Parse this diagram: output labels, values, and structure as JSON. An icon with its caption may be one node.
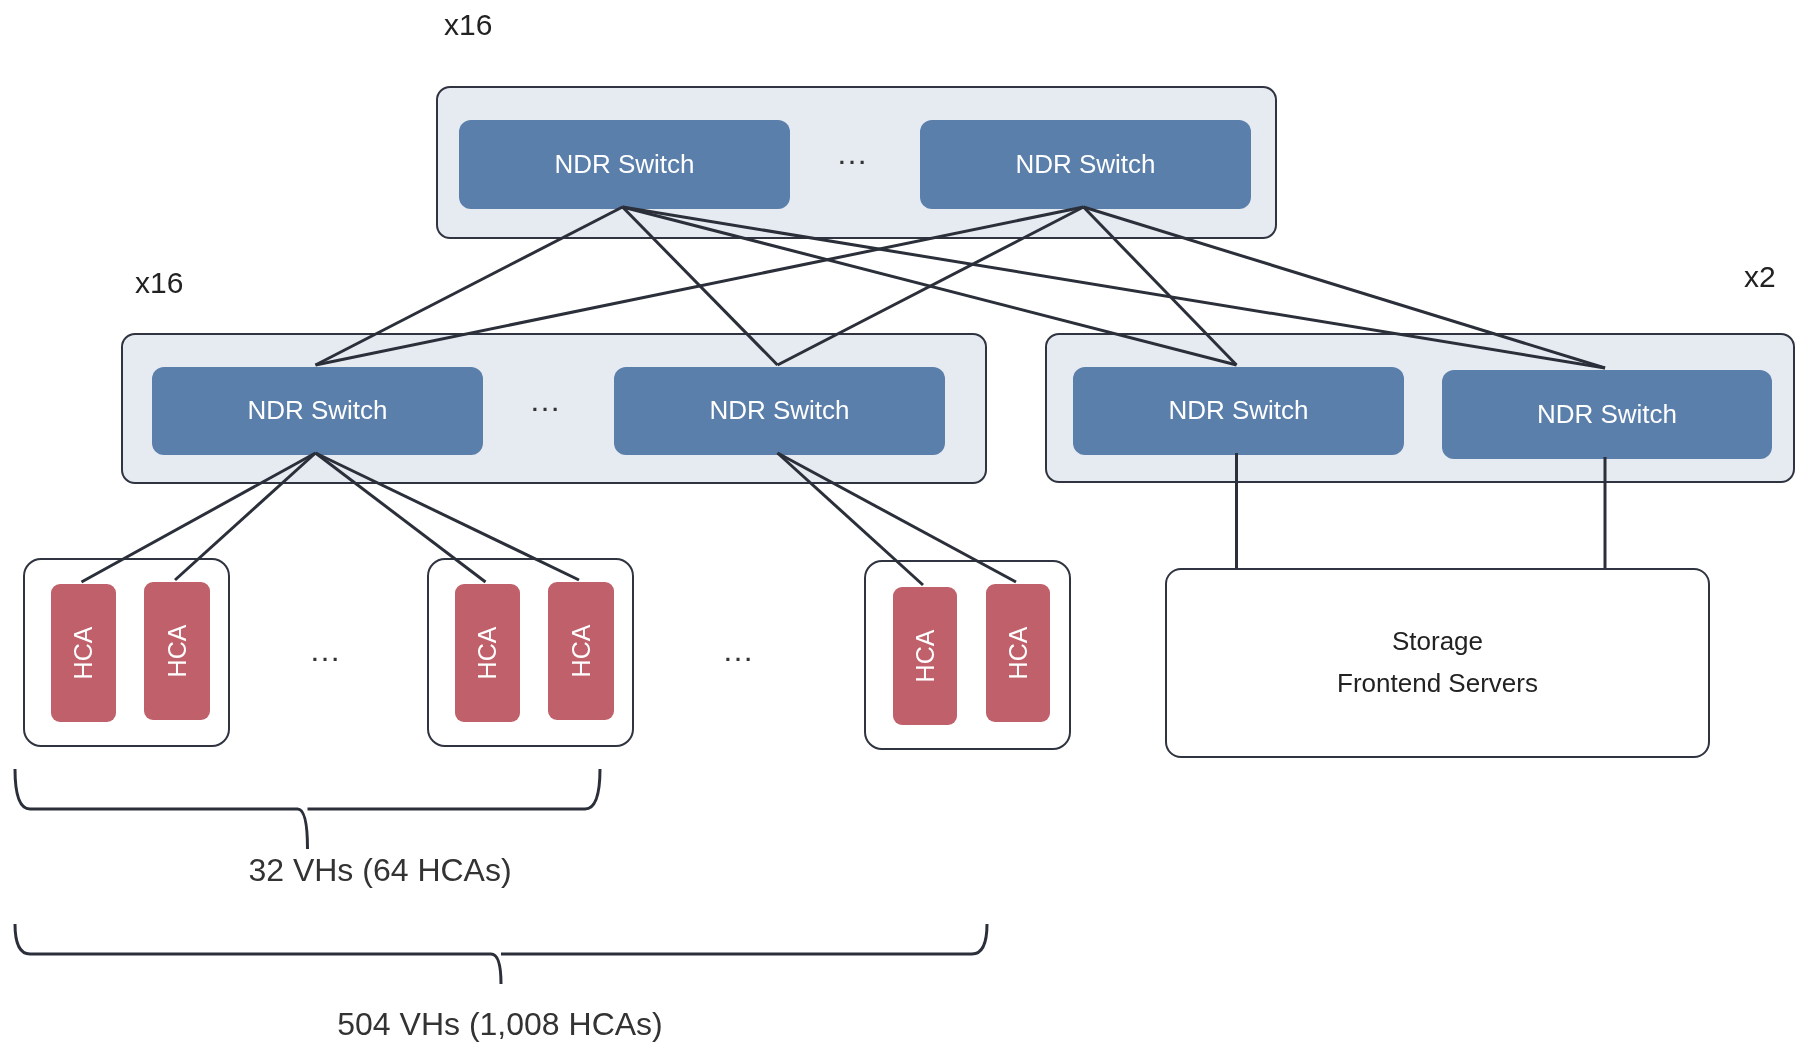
{
  "diagram": {
    "nodes": [
      {
        "text": [],
        "shape": "box",
        "beside": [
          "x16"
        ]
      },
      {
        "text": [
          "NDR Switch"
        ],
        "in": 0
      },
      {
        "text": [
          "NDR Switch"
        ],
        "in": 0
      },
      {
        "text": [],
        "shape": "box",
        "beside": [
          "x16"
        ]
      },
      {
        "text": [
          "NDR Switch"
        ],
        "in": 3
      },
      {
        "text": [
          "NDR Switch"
        ],
        "in": 3
      },
      {
        "text": [],
        "shape": "box",
        "beside": [
          "x2"
        ]
      },
      {
        "text": [
          "NDR Switch"
        ],
        "in": 6
      },
      {
        "text": [
          "NDR Switch"
        ],
        "in": 6
      },
      {
        "text": [],
        "shape": "box"
      },
      {
        "text": [
          "HCA"
        ],
        "in": 9
      },
      {
        "text": [
          "HCA"
        ],
        "in": 9
      },
      {
        "text": [],
        "shape": "box"
      },
      {
        "text": [
          "HCA"
        ],
        "in": 12
      },
      {
        "text": [
          "HCA"
        ],
        "in": 12
      },
      {
        "text": [],
        "shape": "box"
      },
      {
        "text": [
          "HCA"
        ],
        "in": 15
      },
      {
        "text": [
          "HCA"
        ],
        "in": 15
      },
      {
        "text": [
          "Storage Frontend Servers"
        ]
      }
    ],
    "edges": [
      {
        "from": 1,
        "to": 4,
        "arrow": "none"
      },
      {
        "from": 1,
        "to": 5,
        "arrow": "none"
      },
      {
        "from": 1,
        "to": 7,
        "arrow": "none"
      },
      {
        "from": 1,
        "to": 8,
        "arrow": "none"
      },
      {
        "from": 2,
        "to": 4,
        "arrow": "none"
      },
      {
        "from": 2,
        "to": 5,
        "arrow": "none"
      },
      {
        "from": 2,
        "to": 7,
        "arrow": "none"
      },
      {
        "from": 2,
        "to": 8,
        "arrow": "none"
      },
      {
        "from": 4,
        "to": 10,
        "arrow": "none"
      },
      {
        "from": 4,
        "to": 11,
        "arrow": "none"
      },
      {
        "from": 4,
        "to": 13,
        "arrow": "none"
      },
      {
        "from": 4,
        "to": 14,
        "arrow": "none"
      },
      {
        "from": 5,
        "to": 16,
        "arrow": "none"
      },
      {
        "from": 5,
        "to": 17,
        "arrow": "none"
      },
      {
        "from": 7,
        "to": 18,
        "arrow": "none"
      },
      {
        "from": 8,
        "to": 18,
        "arrow": "none"
      }
    ],
    "labels": [
      "…",
      "…",
      "…",
      "…",
      "32 VHs (64 HCAs)",
      "504 VHs (1,008 HCAs)"
    ]
  }
}
